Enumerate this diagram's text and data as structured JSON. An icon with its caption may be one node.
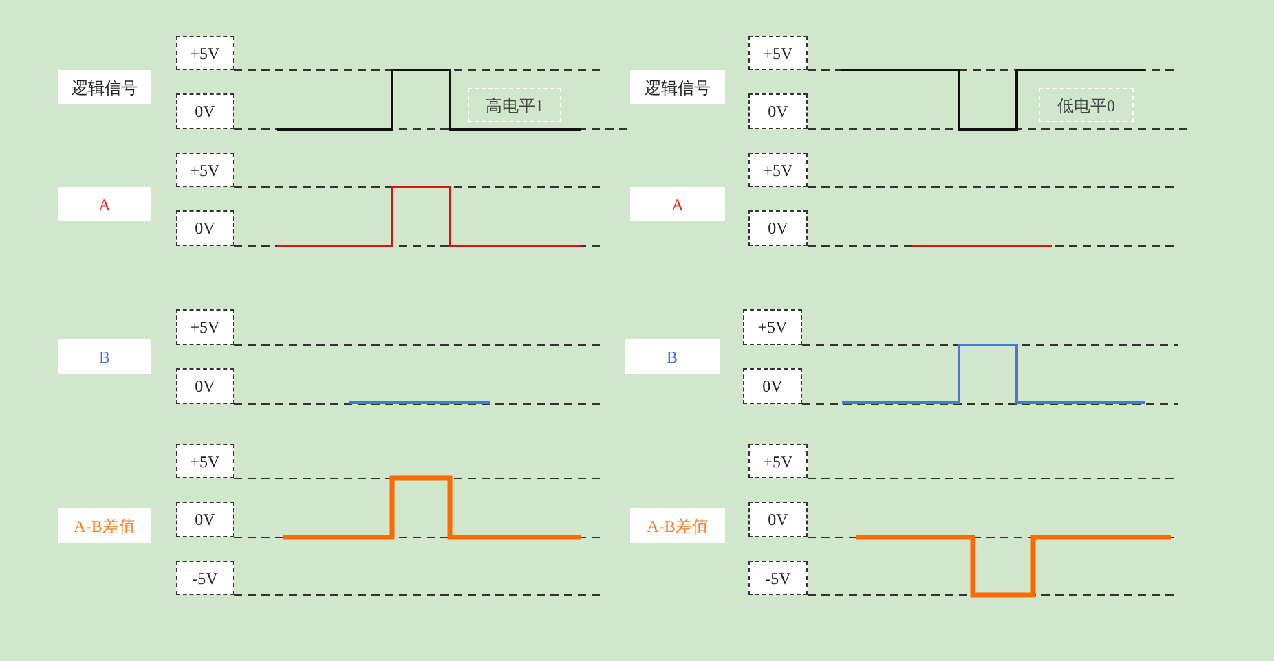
{
  "diagram": {
    "nodes": [
      {
        "text": [
          "逻辑信号"
        ]
      },
      {
        "text": [
          "+5V"
        ]
      },
      {
        "text": [
          "0V"
        ]
      },
      {
        "text": [
          "高电平1"
        ]
      },
      {
        "text": [
          "A"
        ]
      },
      {
        "text": [
          "+5V"
        ]
      },
      {
        "text": [
          "0V"
        ]
      },
      {
        "text": [
          "B"
        ]
      },
      {
        "text": [
          "+5V"
        ]
      },
      {
        "text": [
          "0V"
        ]
      },
      {
        "text": [
          "A-B差值"
        ]
      },
      {
        "text": [
          "+5V"
        ]
      },
      {
        "text": [
          "0V"
        ]
      },
      {
        "text": [
          "-5V"
        ]
      },
      {
        "text": [
          "逻辑信号"
        ]
      },
      {
        "text": [
          "+5V"
        ]
      },
      {
        "text": [
          "0V"
        ]
      },
      {
        "text": [
          "低电平0"
        ]
      },
      {
        "text": [
          "A"
        ]
      },
      {
        "text": [
          "+5V"
        ]
      },
      {
        "text": [
          "0V"
        ]
      },
      {
        "text": [
          "B"
        ]
      },
      {
        "text": [
          "+5V"
        ]
      },
      {
        "text": [
          "0V"
        ]
      },
      {
        "text": [
          "A-B差值"
        ]
      },
      {
        "text": [
          "+5V"
        ]
      },
      {
        "text": [
          "0V"
        ]
      },
      {
        "text": [
          "-5V"
        ]
      }
    ]
  }
}
